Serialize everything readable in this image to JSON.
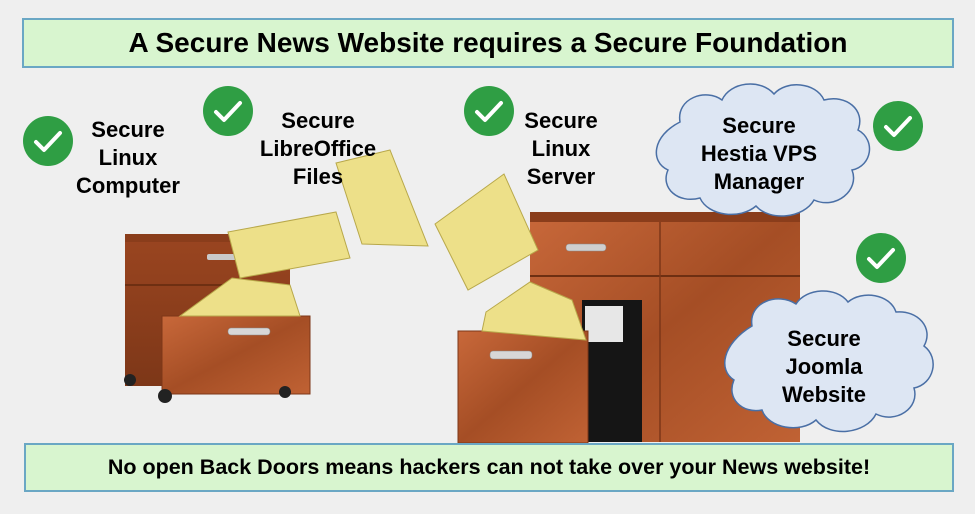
{
  "header": {
    "title": "A Secure News Website requires a Secure Foundation"
  },
  "footer": {
    "message": "No open Back Doors means hackers can not take over your News website!"
  },
  "labels": {
    "linux_computer": [
      "Secure",
      "Linux",
      "Computer"
    ],
    "libreoffice_files": [
      "Secure",
      "LibreOffice",
      "Files"
    ],
    "linux_server": [
      "Secure",
      "Linux",
      "Server"
    ],
    "hestia": [
      "Secure",
      "Hestia VPS",
      "Manager"
    ],
    "joomla": [
      "Secure",
      "Joomla",
      "Website"
    ]
  },
  "icons": {
    "check": "check-circle-icon",
    "cloud": "cloud-icon",
    "cabinet": "filing-cabinet-icon",
    "folder": "folder-icon"
  },
  "colors": {
    "banner_bg": "#d8f5cf",
    "banner_border": "#6aa7c4",
    "check_green": "#2f9e44",
    "cloud_fill": "#dde6f3",
    "cloud_stroke": "#4a6fa5",
    "wood": "#b55a2f",
    "folder": "#ede089"
  }
}
